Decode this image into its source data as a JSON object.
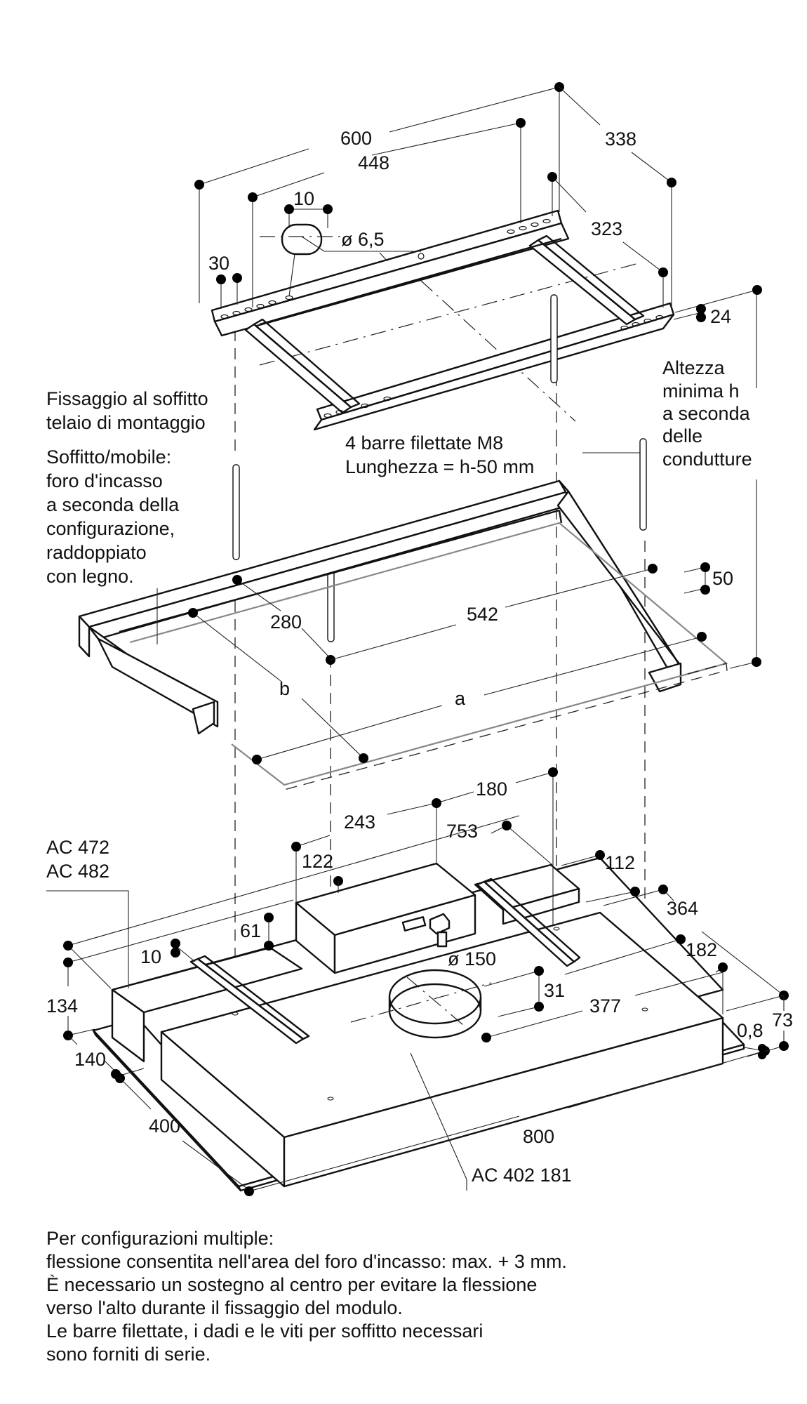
{
  "mounting_frame": {
    "dimensions": {
      "width_outer": "600",
      "width_inner": "448",
      "depth_outer": "338",
      "depth_inner": "323",
      "slot_width": "10",
      "hole_diameter": "ø 6,5",
      "hole_pitch": "30",
      "profile_height": "24"
    },
    "label_lines": [
      "Fissaggio al soffitto",
      "telaio di montaggio"
    ]
  },
  "ceiling_cutout": {
    "label_lines": [
      "Soffitto/mobile:",
      "foro d'incasso",
      "a seconda della",
      "configurazione,",
      "raddoppiato",
      "con legno."
    ],
    "dimensions": {
      "rod_offset_depth": "280",
      "rod_offset_width": "542",
      "timber_height": "50",
      "cutout_width": "a",
      "cutout_depth": "b"
    }
  },
  "threaded_rods": {
    "label_lines": [
      "4 barre filettate M8",
      "Lunghezza = h-50 mm"
    ]
  },
  "min_height": {
    "label_lines": [
      "Altezza",
      "minima h",
      "a seconda",
      "delle",
      "condutture"
    ]
  },
  "appliance": {
    "accessory_labels": [
      "AC 472",
      "AC 482"
    ],
    "module_label": "AC 402 181",
    "dimensions": {
      "motor_offset": "243",
      "motor_depth_a": "122",
      "rod_spacing_depth": "180",
      "overall_depth_top": "753",
      "rear_box_offset": "112",
      "side_depth": "364",
      "outlet_offset": "182",
      "outlet_diameter": "ø 150",
      "outlet_height": "31",
      "outlet_position": "377",
      "motor_height": "61",
      "bracket_offset": "10",
      "total_height": "134",
      "side_box_width": "140",
      "body_depth": "400",
      "overall_width": "800",
      "panel_thickness": "0,8",
      "body_height": "73"
    }
  },
  "notes": [
    "Per configurazioni multiple:",
    "flessione consentita nell'area del foro d'incasso: max. + 3 mm.",
    "È necessario un sostegno al centro per evitare la flessione",
    "verso l'alto durante il fissaggio del modulo.",
    "Le barre filettate, i dadi e le viti per soffitto necessari",
    "sono forniti di serie."
  ]
}
